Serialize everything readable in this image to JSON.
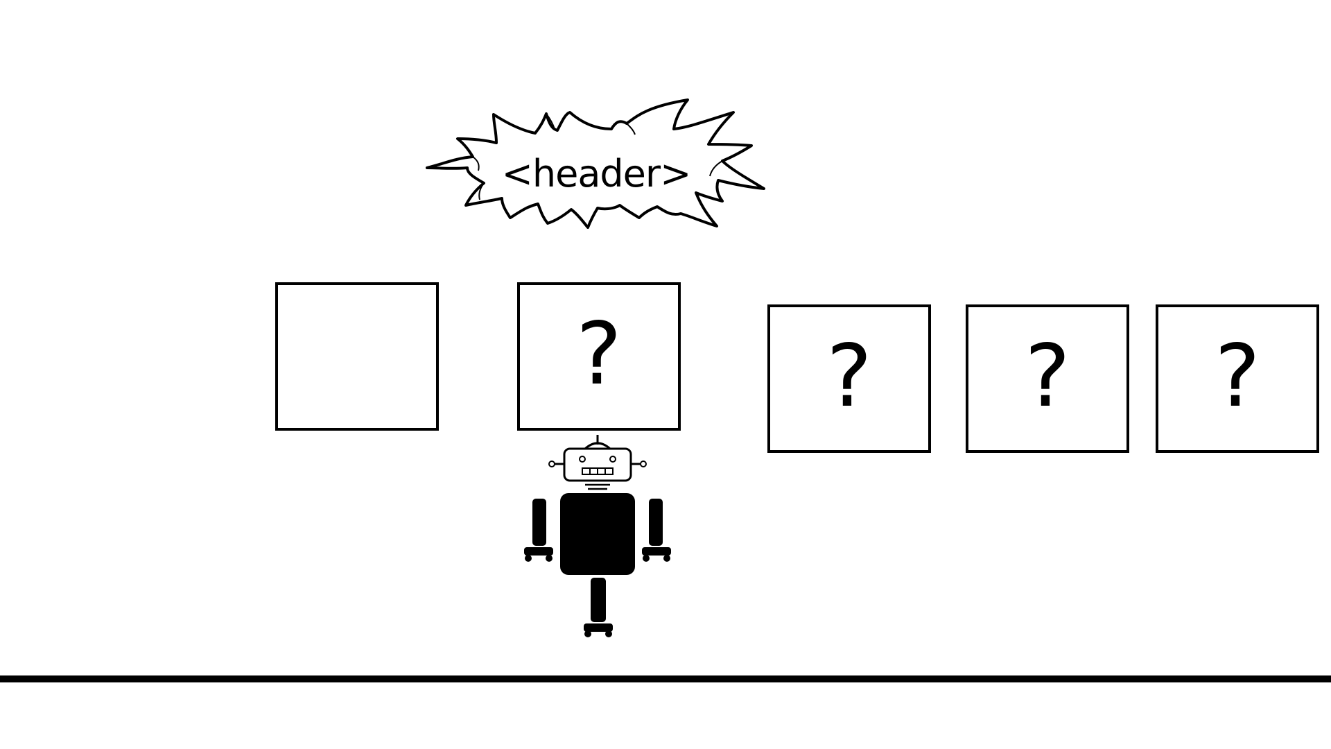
{
  "header_bubble": {
    "text": "<header>"
  },
  "boxes": [
    {
      "id": "box-1",
      "label": ""
    },
    {
      "id": "box-2",
      "label": "?"
    },
    {
      "id": "box-3",
      "label": "?"
    },
    {
      "id": "box-4",
      "label": "?"
    },
    {
      "id": "box-5",
      "label": "?"
    }
  ],
  "icons": {
    "burst": "speech-burst-icon",
    "robot": "robot-icon"
  },
  "colors": {
    "ink": "#000000",
    "background": "#ffffff"
  }
}
